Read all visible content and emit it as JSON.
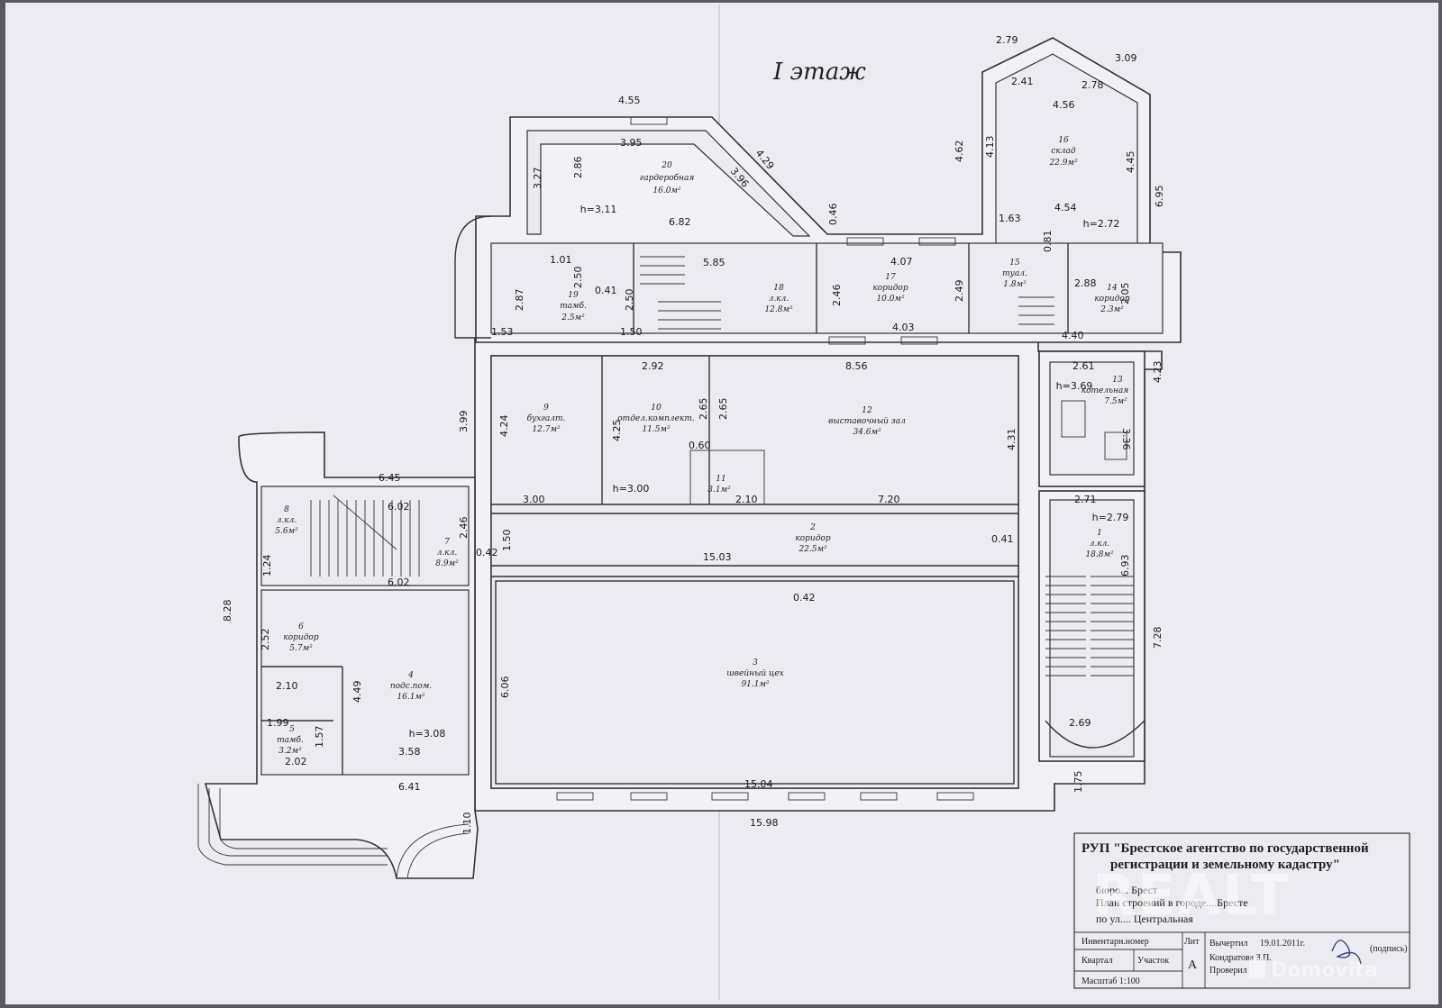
{
  "title": "I этаж",
  "rooms": [
    {
      "num": "1",
      "name": "л.кл.",
      "area": "18.8м²",
      "h": "h=2.79"
    },
    {
      "num": "2",
      "name": "коридор",
      "area": "22.5м²"
    },
    {
      "num": "3",
      "name": "швейный цех",
      "area": "91.1м²"
    },
    {
      "num": "4",
      "name": "подс.пом.",
      "area": "16.1м²",
      "h": "h=3.08"
    },
    {
      "num": "5",
      "name": "тамб.",
      "area": "3.2м²"
    },
    {
      "num": "6",
      "name": "коридор",
      "area": "5.7м²"
    },
    {
      "num": "7",
      "name": "л.кл.",
      "area": "8.9м²"
    },
    {
      "num": "8",
      "name": "л.кл.",
      "area": "5.6м²"
    },
    {
      "num": "9",
      "name": "бухгалт.",
      "area": "12.7м²"
    },
    {
      "num": "10",
      "name": "отдел.комплект.",
      "area": "11.5м²",
      "h": "h=3.00"
    },
    {
      "num": "11",
      "name": "",
      "area": "3.1м²"
    },
    {
      "num": "12",
      "name": "выставочный зал",
      "area": "34.6м²"
    },
    {
      "num": "13",
      "name": "котельная",
      "area": "7.5м²",
      "h": "h=3.69"
    },
    {
      "num": "14",
      "name": "коридор",
      "area": "2.3м²"
    },
    {
      "num": "15",
      "name": "туал.",
      "area": "1.8м²"
    },
    {
      "num": "16",
      "name": "склад",
      "area": "22.9м²",
      "h": "h=2.72"
    },
    {
      "num": "17",
      "name": "коридор",
      "area": "10.0м²"
    },
    {
      "num": "18",
      "name": "л.кл.",
      "area": "12.8м²"
    },
    {
      "num": "19",
      "name": "тамб.",
      "area": "2.5м²"
    },
    {
      "num": "20",
      "name": "гардеробная",
      "area": "16.0м²",
      "h": "h=3.11"
    }
  ],
  "dimensions": {
    "d455": "4.55",
    "d395": "3.95",
    "d429": "4.29",
    "d396": "3.96",
    "d327": "3.27",
    "d286": "2.86",
    "d682": "6.82",
    "d046": "0.46",
    "d279": "2.79",
    "d309": "3.09",
    "d241": "2.41",
    "d278": "2.78",
    "d456": "4.56",
    "d462": "4.62",
    "d413": "4.13",
    "d445": "4.45",
    "d454": "4.54",
    "d695": "6.95",
    "d163": "1.63",
    "d081": "0.81",
    "d101": "1.01",
    "d250a": "2.50",
    "d041": "0.41",
    "d250b": "2.50",
    "d287": "2.87",
    "d153": "1.53",
    "d150a": "1.50",
    "d585": "5.85",
    "d246a": "2.46",
    "d407": "4.07",
    "d249": "2.49",
    "d403": "4.03",
    "d288": "2.88",
    "d205": "2.05",
    "d440": "4.40",
    "d292": "2.92",
    "d856": "8.56",
    "d261": "2.61",
    "d423": "4.23",
    "d399": "3.99",
    "d424": "4.24",
    "d425": "4.25",
    "d265a": "2.65",
    "d265b": "2.65",
    "d431": "4.31",
    "d336": "3.36",
    "d060": "0.60",
    "d300": "3.00",
    "d210a": "2.10",
    "d720": "7.20",
    "d271": "2.71",
    "d645": "6.45",
    "d602a": "6.02",
    "d602b": "6.02",
    "d246b": "2.46",
    "d042a": "0.42",
    "d150b": "1.50",
    "d1503": "15.03",
    "d041b": "0.41",
    "d693": "6.93",
    "d042b": "0.42",
    "d124": "1.24",
    "d828": "8.28",
    "d252": "2.52",
    "d210b": "2.10",
    "d449": "4.49",
    "d606": "6.06",
    "d728": "7.28",
    "d199": "1.99",
    "d157": "1.57",
    "d202": "2.02",
    "d358": "3.58",
    "d641": "6.41",
    "d269": "2.69",
    "d1504": "15.04",
    "d175": "1.75",
    "d1598": "15.98",
    "d110": "1.10"
  },
  "stamp": {
    "org_line1": "РУП \"Брестское агентство по государственной",
    "org_line2": "регистрации и земельному кадастру\"",
    "bureau": "бюро... Брест",
    "plan_line": "План строений в городе....Бресте",
    "street": "по ул.... Центральная",
    "inv": "Инвентарн.номер",
    "lit": "Лит",
    "lit_value": "А",
    "kvartal": "Квартал",
    "uchastok": "Участок",
    "scale": "Масштаб 1:100",
    "drawn": "Вычертил",
    "drawn_date": "19.01.2011г.",
    "drawer": "Кондратова З.П.",
    "checked": "Проверил",
    "signature_label": "(подпись)"
  },
  "watermarks": {
    "realt": "REALT",
    "domovita": "Domovita"
  }
}
